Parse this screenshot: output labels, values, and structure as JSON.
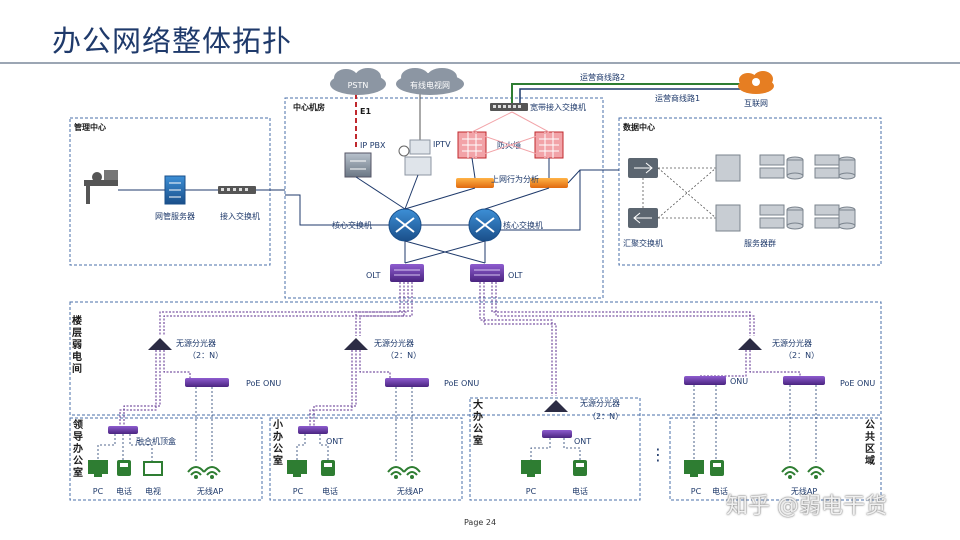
{
  "title": "办公网络整体拓扑",
  "page": "Page 24",
  "watermark": "知乎 @弱电干货",
  "clouds": {
    "pstn": "PSTN",
    "cable_tv": "有线电视网",
    "internet": "互联网"
  },
  "links": {
    "e1": "E1",
    "carrier2": "运营商线路2",
    "carrier1": "运营商线路1"
  },
  "regions": {
    "center": "中心机房",
    "mgmt": "管理中心",
    "datacenter": "数据中心",
    "floor": "楼层弱电间",
    "leader": "领导办公室",
    "small": "小办公室",
    "large": "大办公室",
    "public": "公共区域"
  },
  "devices": {
    "broadband_switch": "宽带接入交换机",
    "ip_pbx": "IP PBX",
    "iptv": "IPTV",
    "firewall": "防火墙",
    "behavior": "上网行为分析",
    "core_left": "核心交换机",
    "core_right": "核心交换机",
    "olt_left": "OLT",
    "olt_right": "OLT",
    "nms_server": "网管服务器",
    "access_switch": "接入交换机",
    "agg_switch": "汇聚交换机",
    "server_group": "服务器群",
    "splitter": "无源分光器",
    "ratio": "（2：N）",
    "poe_onu": "PoE ONU",
    "onu": "ONU",
    "ont": "ONT",
    "fusion_box": "融合机顶盒"
  },
  "terminals": {
    "pc": "PC",
    "phone": "电话",
    "tv": "电视",
    "ap": "无线AP"
  },
  "ellipsis": "⋮",
  "colors": {
    "title": "#1f3a6b",
    "purple": "#5b2d8e",
    "dash_blue": "#4a6fa8",
    "red": "#c0282d",
    "green": "#2e7d32",
    "orange": "#e67e22"
  }
}
